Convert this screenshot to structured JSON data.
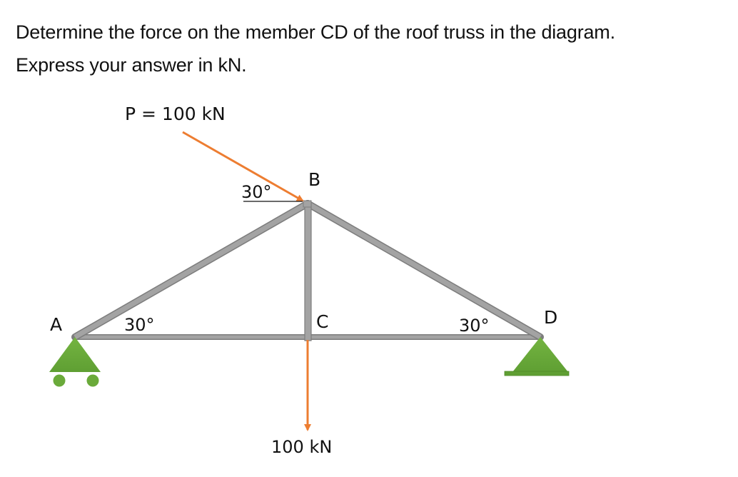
{
  "question": {
    "line1": "Determine the force on the member CD of the roof truss in the diagram.",
    "line2": "Express your answer in kN."
  },
  "diagram": {
    "load_P_label": "P = 100 kN",
    "load_P_angle_label": "30°",
    "load_C_label": "100 kN",
    "joints": {
      "A": "A",
      "B": "B",
      "C": "C",
      "D": "D"
    },
    "angle_A_label": "30°",
    "angle_D_label": "30°",
    "members": [
      "AB",
      "BD",
      "AC",
      "CD",
      "BC"
    ],
    "supports": {
      "A": "roller",
      "D": "pin"
    },
    "colors": {
      "member": "#9b9b9b",
      "member_edge": "#7d7d7d",
      "load_arrow": "#ed7d31",
      "support": "#6aaa3a",
      "support_dark": "#5a9a2e"
    }
  }
}
